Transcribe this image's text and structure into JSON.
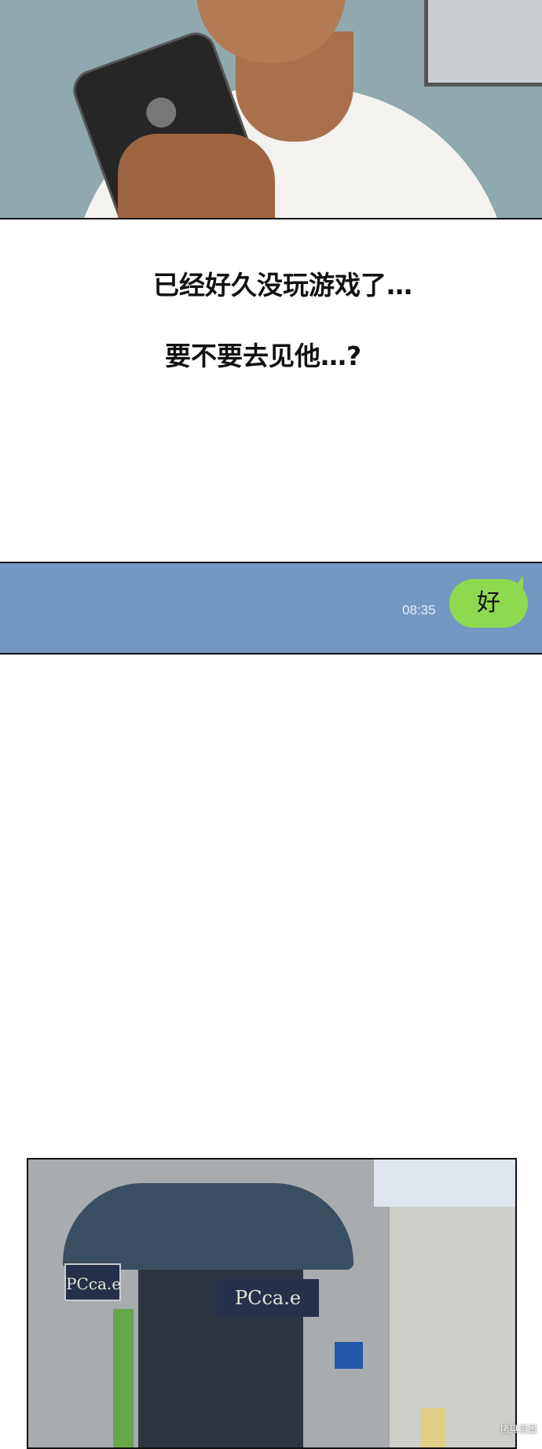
{
  "narration": {
    "line1": "已经好久没玩游戏了…",
    "line2": "要不要去见他…?"
  },
  "chat": {
    "time": "08:35",
    "message": "好",
    "colors": {
      "background": "#7397c3",
      "bubble": "#8fd94f"
    }
  },
  "scene": {
    "sign_small": "PCca.e",
    "sign_large": "PCca.e"
  },
  "watermark": "拷貝漫畫"
}
